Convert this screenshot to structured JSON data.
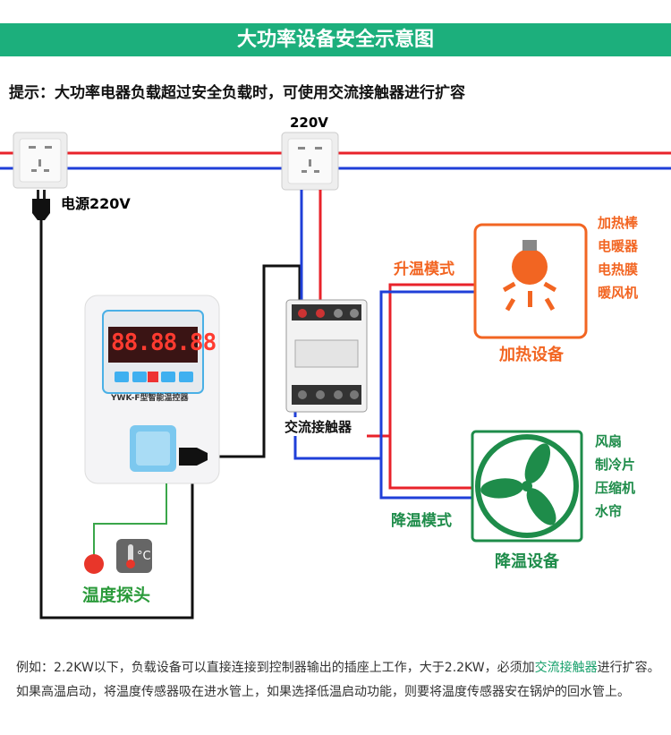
{
  "header": {
    "title": "大功率设备安全示意图"
  },
  "hint": "提示：大功率电器负载超过安全负载时，可使用交流接触器进行扩容",
  "labels": {
    "voltage_top": "220V",
    "power": "电源220V",
    "contactor": "交流接触器",
    "heat_mode": "升温模式",
    "cool_mode": "降温模式",
    "heat_device": "加热设备",
    "cool_device": "降温设备",
    "probe": "温度探头",
    "controller_model": "YWK-F型智能温控器",
    "display": "88.88.88"
  },
  "heat_devices": [
    "加热棒",
    "电暖器",
    "电热膜",
    "暖风机"
  ],
  "cool_devices": [
    "风扇",
    "制冷片",
    "压缩机",
    "水帘"
  ],
  "note": {
    "part1": "例如：2.2KW以下，负载设备可以直接连接到控制器输出的插座上工作，大于2.2KW，必须加",
    "highlight": "交流接触器",
    "part2": "进行扩容。如果高温启动，将温度传感器吸在进水管上，如果选择低温启动功能，则要将温度传感器安在锅炉的回水管上。"
  },
  "colors": {
    "header": "#1caf7c",
    "live": "#e8222a",
    "neutral": "#1f3fd8",
    "heat": "#f26522",
    "cool": "#1e8c4a"
  }
}
